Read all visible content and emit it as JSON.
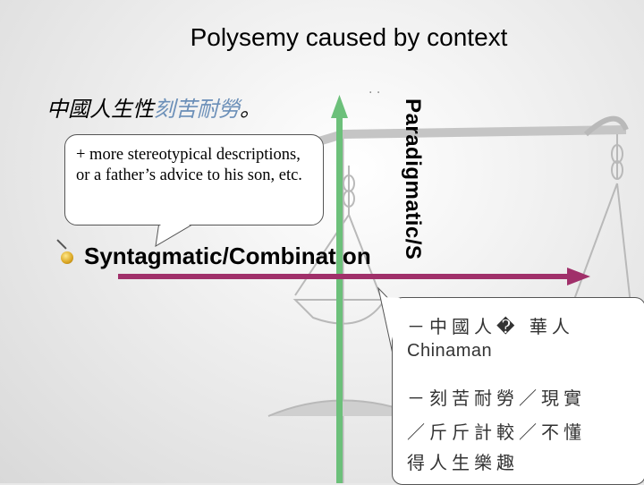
{
  "slide": {
    "title": "Polysemy caused by context",
    "chinese_line": {
      "plain_a": "中國人生性",
      "highlight": "刻苦耐勞",
      "plain_b": "。"
    },
    "left_bubble_text": "+ more stereotypical descriptions, or a father’s advice to his son, etc.",
    "vertical_label": "Paradigmatic/S",
    "syntagmatic_label": "Syntagmatic/Combination",
    "right_bubble": {
      "line1": "－中國人� 華人",
      "line2": "Chinaman",
      "line3": "－刻苦耐勞／現實",
      "line4": "／斤斤計較／不懂",
      "line5": "得人生樂趣"
    },
    "colors": {
      "highlight": "#6b8fb8",
      "vertical_arrow": "#6cc07a",
      "horizontal_arrow": "#a0306a"
    }
  }
}
